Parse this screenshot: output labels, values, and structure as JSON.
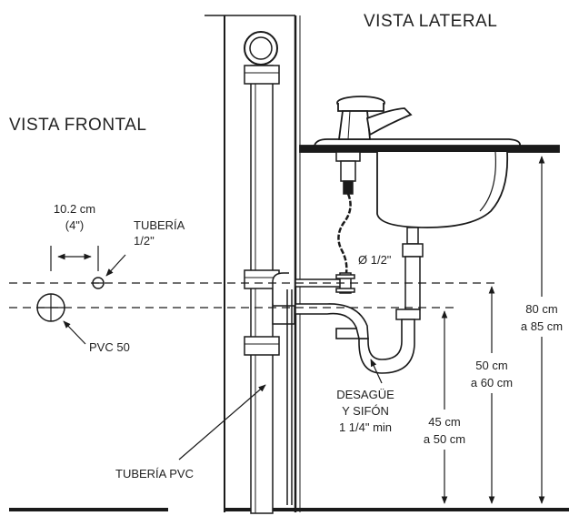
{
  "views": {
    "lateral": "VISTA LATERAL",
    "frontal": "VISTA FRONTAL"
  },
  "frontal": {
    "spacing_cm": "10.2 cm",
    "spacing_in": "(4\")",
    "pipe_label_1": "TUBERÍA",
    "pipe_label_2": "1/2\"",
    "pvc_label": "PVC 50"
  },
  "lateral": {
    "supply_diameter": "Ø 1/2\"",
    "drain_1": "DESAGÜE",
    "drain_2": "Y SIFÓN",
    "drain_3": "1 1/4\" min",
    "pvc_pipe": "TUBERÍA PVC"
  },
  "dimensions": {
    "sink": {
      "line1": "80 cm",
      "line2": "a 85 cm"
    },
    "supply": {
      "line1": "50 cm",
      "line2": "a 60 cm"
    },
    "drain": {
      "line1": "45 cm",
      "line2": "a 50 cm"
    }
  },
  "colors": {
    "stroke": "#1a1a1a",
    "text": "#222222",
    "sink_fill": "#ffffff"
  }
}
